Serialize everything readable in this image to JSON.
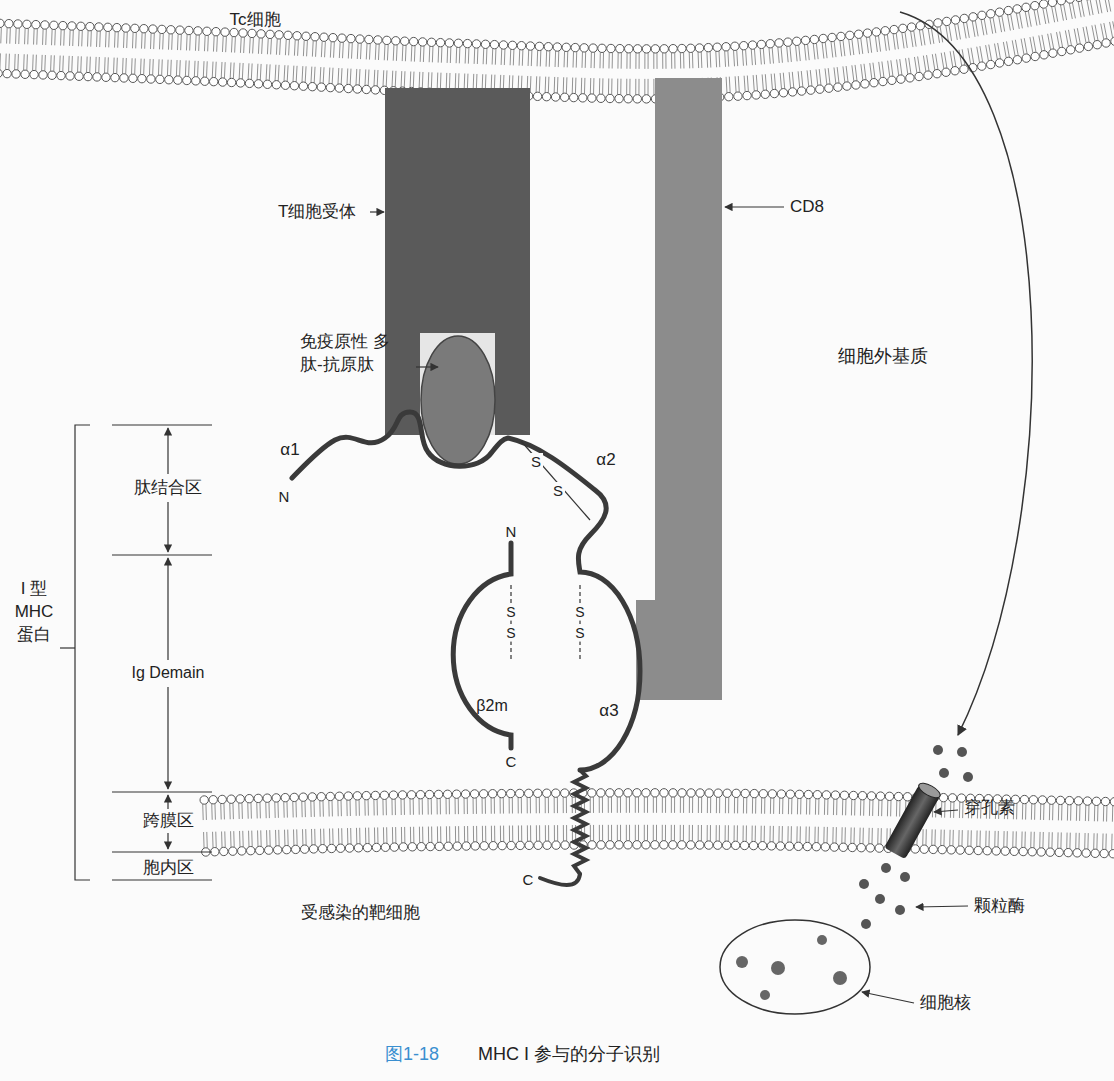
{
  "diagram": {
    "caption": "MHC I 参与的分子识别",
    "labels": [
      "Tc细胞",
      "T细胞受体",
      "CD8",
      "免疫原性 多肽-抗原肽",
      "细胞外基质",
      "α1",
      "N",
      "S",
      "S",
      "α2",
      "肽结合区",
      "N",
      "S",
      "S",
      "S",
      "S",
      "I 型 MHC 蛋白",
      "Ig Demain",
      "β2m",
      "C",
      "α3",
      "跨膜区",
      "胞内区",
      "C",
      "受感染的靶细胞",
      "穿孔素",
      "颗粒酶",
      "细胞核",
      "图1-18"
    ]
  }
}
